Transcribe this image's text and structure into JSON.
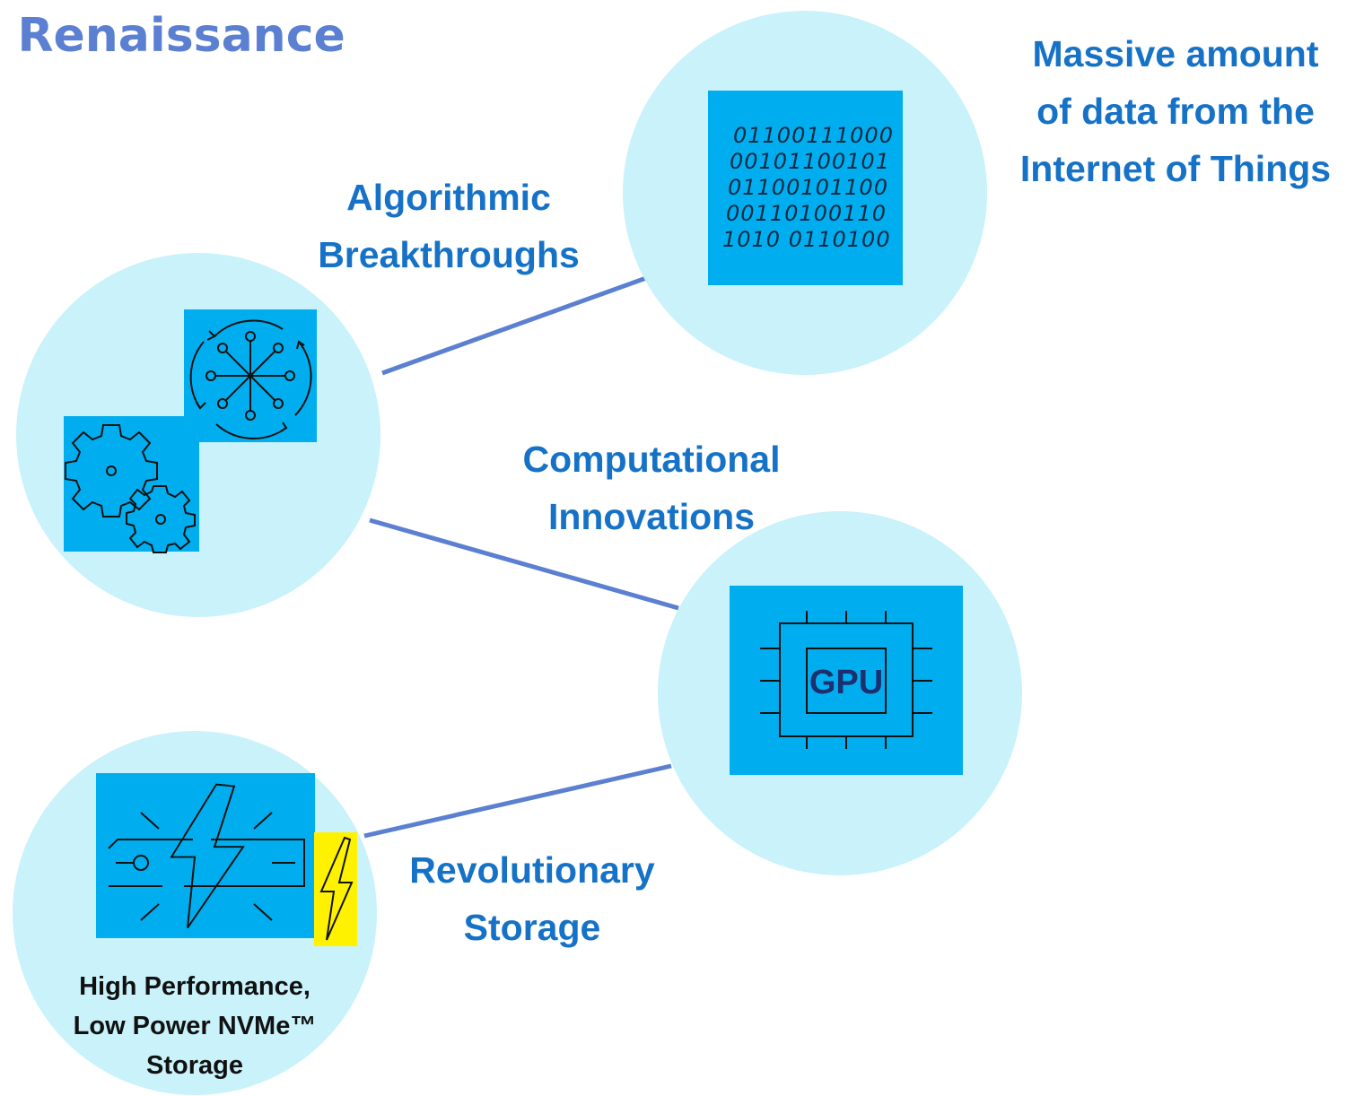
{
  "title": "I Renaissance",
  "nodes": {
    "algorithmic": {
      "line1": "Algorithmic",
      "line2": "Breakthroughs"
    },
    "data": {
      "line1": "Massive amount",
      "line2": "of data from the",
      "line3": "Internet of Things"
    },
    "computational": {
      "line1": "Computational",
      "line2": "Innovations"
    },
    "storage": {
      "line1": "Revolutionary",
      "line2": "Storage"
    }
  },
  "binary_rows": [
    "01100111000",
    "00101100101",
    "01100101100",
    "00110100110",
    "1010 0110100"
  ],
  "gpu_label": "GPU",
  "storage_caption": {
    "line1": "High Performance,",
    "line2": "Low Power NVMe™",
    "line3": "Storage"
  },
  "colors": {
    "circle": "#C9F2FA",
    "tile": "#00AEEF",
    "connector": "#5B7FD1",
    "label": "#1672C6",
    "bolt": "#FFF200"
  }
}
